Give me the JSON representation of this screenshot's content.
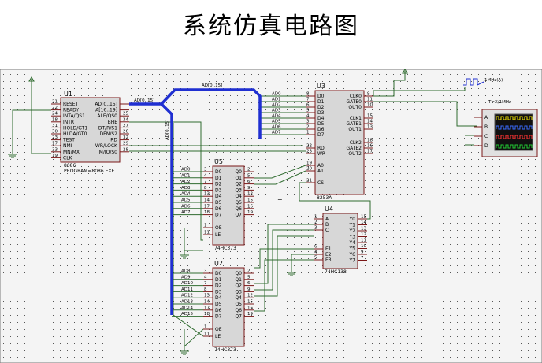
{
  "title": "系统仿真电路图",
  "u1": {
    "ref": "U1",
    "type": "8086",
    "note": "PROGRAM=8086.EXE",
    "left_pins": [
      {
        "num": "21",
        "name": "RESET"
      },
      {
        "num": "22",
        "name": "READY"
      },
      {
        "num": "24",
        "name": "INTA/QS1"
      },
      {
        "num": "18",
        "name": "INTR"
      },
      {
        "num": "31",
        "name": "HOLD/GT1"
      },
      {
        "num": "30",
        "name": "HLDA/GT0"
      },
      {
        "num": "23",
        "name": "TEST"
      },
      {
        "num": "17",
        "name": "NMI"
      },
      {
        "num": "33",
        "name": "MN/MX"
      },
      {
        "num": "19",
        "name": "CLK"
      }
    ],
    "right_pins": [
      {
        "num": "",
        "name": "AD[0..15]"
      },
      {
        "num": "",
        "name": "A[16..19]"
      },
      {
        "num": "25",
        "name": "ALE/QS0"
      },
      {
        "num": "34",
        "name": "BHE"
      },
      {
        "num": "27",
        "name": "DT/R/S1"
      },
      {
        "num": "26",
        "name": "DEN/S2"
      },
      {
        "num": "32",
        "name": "RD"
      },
      {
        "num": "29",
        "name": "WR/LOCK"
      },
      {
        "num": "28",
        "name": "M/IO/S0"
      }
    ]
  },
  "bus_labels": {
    "top": "AD[0..15]",
    "u1_out": "AD[0..15]",
    "vertical": "AD[0..15]"
  },
  "u3": {
    "ref": "U3",
    "type": "8253A",
    "left_pins": [
      {
        "num": "8",
        "name": "D0",
        "net": "AD0"
      },
      {
        "num": "7",
        "name": "D1",
        "net": "AD1"
      },
      {
        "num": "6",
        "name": "D2",
        "net": "AD2"
      },
      {
        "num": "5",
        "name": "D3",
        "net": "AD3"
      },
      {
        "num": "4",
        "name": "D4",
        "net": "AD4"
      },
      {
        "num": "3",
        "name": "D5",
        "net": "AD5"
      },
      {
        "num": "2",
        "name": "D6",
        "net": "AD6"
      },
      {
        "num": "1",
        "name": "D7",
        "net": "AD7"
      },
      {
        "num": "22",
        "name": "RD",
        "net": ""
      },
      {
        "num": "23",
        "name": "WR",
        "net": ""
      },
      {
        "num": "19",
        "name": "A0",
        "net": ""
      },
      {
        "num": "20",
        "name": "A1",
        "net": ""
      },
      {
        "num": "21",
        "name": "CS",
        "net": ""
      }
    ],
    "right_pins": [
      {
        "num": "9",
        "name": "CLK0"
      },
      {
        "num": "11",
        "name": "GATE0"
      },
      {
        "num": "10",
        "name": "OUT0"
      },
      {
        "num": "15",
        "name": "CLK1"
      },
      {
        "num": "14",
        "name": "GATE1"
      },
      {
        "num": "13",
        "name": "OUT1"
      },
      {
        "num": "18",
        "name": "CLK2"
      },
      {
        "num": "16",
        "name": "GATE2"
      },
      {
        "num": "17",
        "name": "OUT2"
      }
    ]
  },
  "u5": {
    "ref": "U5",
    "type": "74HC373",
    "inputs": [
      {
        "num": "3",
        "name": "D0",
        "net": "AD0"
      },
      {
        "num": "4",
        "name": "D1",
        "net": "AD1"
      },
      {
        "num": "7",
        "name": "D2",
        "net": "AD2"
      },
      {
        "num": "8",
        "name": "D3",
        "net": "AD3"
      },
      {
        "num": "13",
        "name": "D4",
        "net": "AD4"
      },
      {
        "num": "14",
        "name": "D5",
        "net": "AD5"
      },
      {
        "num": "17",
        "name": "D6",
        "net": "AD6"
      },
      {
        "num": "18",
        "name": "D7",
        "net": "AD7"
      }
    ],
    "outputs": [
      {
        "num": "2",
        "name": "Q0"
      },
      {
        "num": "5",
        "name": "Q1"
      },
      {
        "num": "6",
        "name": "Q2"
      },
      {
        "num": "9",
        "name": "Q3"
      },
      {
        "num": "12",
        "name": "Q4"
      },
      {
        "num": "15",
        "name": "Q5"
      },
      {
        "num": "16",
        "name": "Q6"
      },
      {
        "num": "19",
        "name": "Q7"
      }
    ],
    "ctrl": [
      {
        "num": "1",
        "name": "OE"
      },
      {
        "num": "11",
        "name": "LE"
      }
    ]
  },
  "u2": {
    "ref": "U2",
    "type": "74HC373",
    "inputs": [
      {
        "num": "3",
        "name": "D0",
        "net": "AD8"
      },
      {
        "num": "4",
        "name": "D1",
        "net": "AD9"
      },
      {
        "num": "7",
        "name": "D2",
        "net": "AD10"
      },
      {
        "num": "8",
        "name": "D3",
        "net": "AD11"
      },
      {
        "num": "13",
        "name": "D4",
        "net": "AD12"
      },
      {
        "num": "14",
        "name": "D5",
        "net": "AD13"
      },
      {
        "num": "17",
        "name": "D6",
        "net": "AD14"
      },
      {
        "num": "18",
        "name": "D7",
        "net": "AD15"
      }
    ],
    "outputs": [
      {
        "num": "2",
        "name": "Q0"
      },
      {
        "num": "5",
        "name": "Q1"
      },
      {
        "num": "6",
        "name": "Q2"
      },
      {
        "num": "9",
        "name": "Q3"
      },
      {
        "num": "12",
        "name": "Q4"
      },
      {
        "num": "15",
        "name": "Q5"
      },
      {
        "num": "16",
        "name": "Q6"
      },
      {
        "num": "19",
        "name": "Q7"
      }
    ],
    "ctrl": [
      {
        "num": "1",
        "name": "OE"
      },
      {
        "num": "11",
        "name": "LE"
      }
    ]
  },
  "u4": {
    "ref": "U4",
    "type": "74HC138",
    "inputs": [
      {
        "num": "1",
        "name": "A"
      },
      {
        "num": "2",
        "name": "B"
      },
      {
        "num": "3",
        "name": "C"
      },
      {
        "num": "6",
        "name": "E1"
      },
      {
        "num": "4",
        "name": "E2"
      },
      {
        "num": "5",
        "name": "E3"
      }
    ],
    "outputs": [
      {
        "num": "15",
        "name": "Y0"
      },
      {
        "num": "14",
        "name": "Y1"
      },
      {
        "num": "13",
        "name": "Y2"
      },
      {
        "num": "12",
        "name": "Y3"
      },
      {
        "num": "11",
        "name": "Y4"
      },
      {
        "num": "10",
        "name": "Y5"
      },
      {
        "num": "9",
        "name": "Y6"
      },
      {
        "num": "7",
        "name": "Y7"
      }
    ]
  },
  "clock": {
    "label": "1MHz(A)"
  },
  "scope": {
    "label": "T=X/1MHz",
    "channels": [
      "A",
      "B",
      "C",
      "D"
    ],
    "trace_colors": [
      "#f2e600",
      "#3a6bff",
      "#ff3333",
      "#22cc33"
    ]
  }
}
